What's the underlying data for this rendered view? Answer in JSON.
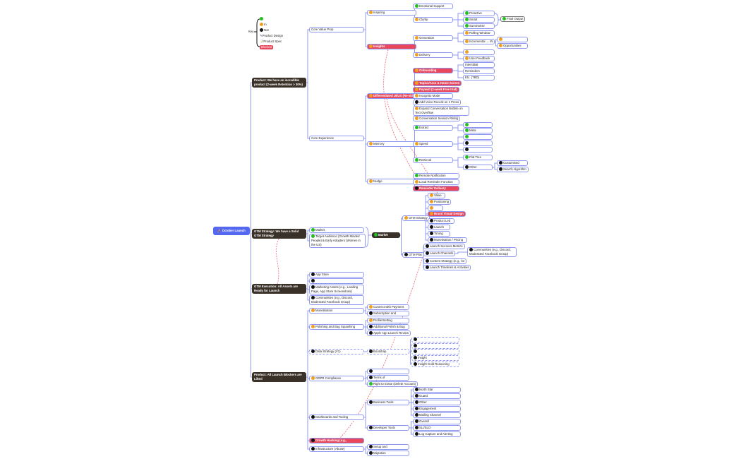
{
  "colors": {
    "green": "#22c020",
    "orange": "#f0a020",
    "black": "#111111",
    "red": "#e8475c",
    "edge": "#8f98f0",
    "link": "#ee6677"
  },
  "key": {
    "title": "Key",
    "items": [
      {
        "status": "green",
        "label": ""
      },
      {
        "status": "orange",
        "label": "In"
      },
      {
        "status": "black",
        "label": "Not"
      },
      {
        "icon": "pencil-icon",
        "label": "Product Design"
      },
      {
        "icon": "note-icon",
        "label": "Product Spec"
      },
      {
        "status": "red-box",
        "label": "Blocked"
      }
    ]
  },
  "nodes": [
    {
      "label": "🚀 October Launch",
      "style": "root",
      "parent": -1
    },
    {
      "label": "Product: We have an incredible product (2-week Retention > 30%)",
      "style": "dark",
      "parent": 0
    },
    {
      "label": "GTM Strategy: We have a Solid GTM Strategy",
      "style": "dark",
      "parent": 0
    },
    {
      "label": "GTM Execution: All Assets are Ready for Launch",
      "style": "dark",
      "parent": 0
    },
    {
      "label": "Product: All Launch Blockers are Lifted",
      "style": "dark",
      "parent": 0
    },
    {
      "label": "Core Value Prop",
      "parent": 1
    },
    {
      "label": "Core Experience",
      "parent": 1
    },
    {
      "label": "Inspiring",
      "status": "orange",
      "parent": 5
    },
    {
      "label": "Insights",
      "status": "orange",
      "style": "red",
      "parent": 5
    },
    {
      "label": "Emotional Support",
      "status": "green",
      "parent": 7
    },
    {
      "label": "Clarity",
      "status": "orange",
      "parent": 7
    },
    {
      "label": "Proactive",
      "status": "green",
      "parent": 10
    },
    {
      "label": "Smart",
      "status": "green",
      "parent": 10
    },
    {
      "label": "Summarise",
      "status": "green",
      "parent": 10
    },
    {
      "label": "Final Output",
      "status": "green",
      "style": "gray",
      "parent": -1
    },
    {
      "label": "Generation",
      "status": "orange",
      "parent": 8
    },
    {
      "label": "Delivery",
      "status": "orange",
      "parent": 8
    },
    {
      "label": "Rolling Window",
      "status": "orange",
      "parent": 15
    },
    {
      "label": "Incremental → IN",
      "status": "orange",
      "parent": 15
    },
    {
      "label": "",
      "status": "orange",
      "parent": 18
    },
    {
      "label": "Opportunities",
      "status": "orange",
      "parent": 18
    },
    {
      "label": "",
      "status": "orange",
      "parent": 16
    },
    {
      "label": "User Feedback",
      "status": "orange",
      "parent": 16
    },
    {
      "label": "Interstitial",
      "parent": 29
    },
    {
      "label": "Reminders",
      "parent": 29
    },
    {
      "label": "Etc. (TBD)",
      "parent": 29
    },
    {
      "label": "Differentiated UI/UX (Re-skin)",
      "status": "orange",
      "style": "red",
      "parent": 6
    },
    {
      "label": "Memory",
      "status": "orange",
      "parent": 6
    },
    {
      "label": "Nudge",
      "status": "orange",
      "parent": 6
    },
    {
      "label": "Onboarding",
      "status": "orange",
      "style": "red",
      "parent": 26
    },
    {
      "label": "Topics/Arcs & Home Screen",
      "status": "orange",
      "style": "red",
      "parent": 26
    },
    {
      "label": "Paywall (2-week Free trial)",
      "status": "orange",
      "style": "red",
      "parent": 26
    },
    {
      "label": "Incognito Mode",
      "status": "orange",
      "parent": 26
    },
    {
      "label": "Add Voice Record on 1 Press",
      "status": "black",
      "parent": 26
    },
    {
      "label": "Expand Conversation Bubble on Text Overflow",
      "status": "orange",
      "parent": 26
    },
    {
      "label": "Conversation Session Rating",
      "status": "orange",
      "parent": 26
    },
    {
      "label": "Extract",
      "status": "green",
      "parent": 27
    },
    {
      "label": "Speed",
      "status": "orange",
      "parent": 27
    },
    {
      "label": "Retrieval",
      "status": "green",
      "parent": 27
    },
    {
      "label": "",
      "status": "green",
      "parent": 36
    },
    {
      "label": "Meta",
      "status": "green",
      "parent": 36
    },
    {
      "label": "",
      "status": "green",
      "parent": 37
    },
    {
      "label": "",
      "status": "black",
      "parent": 37
    },
    {
      "label": "",
      "status": "black",
      "parent": 37
    },
    {
      "label": "Flat Tree",
      "status": "green",
      "parent": 38
    },
    {
      "label": "Other",
      "status": "black",
      "parent": 38
    },
    {
      "label": "Customised",
      "status": "black",
      "parent": 45
    },
    {
      "label": "Search Algorithm",
      "status": "black",
      "parent": 45
    },
    {
      "label": "Remote Notification",
      "status": "green",
      "parent": 28
    },
    {
      "label": "Local Reminder Function",
      "status": "orange",
      "parent": 28
    },
    {
      "label": "Reminder Delivery",
      "status": "black",
      "style": "red",
      "parent": 28
    },
    {
      "label": "Market",
      "status": "green",
      "style": "dark",
      "parent": -1
    },
    {
      "label": "Market,",
      "status": "green",
      "parent": 2
    },
    {
      "label": "Target Audience (Growth Minded People) & Early Adopters (Women in the US)",
      "status": "green",
      "parent": 2
    },
    {
      "label": "GTM Strategy",
      "status": "orange",
      "parent": 51
    },
    {
      "label": "GTM Plan",
      "status": "black",
      "parent": 51
    },
    {
      "label": "Value",
      "status": "orange",
      "parent": 54
    },
    {
      "label": "Positioning",
      "status": "orange",
      "parent": 54
    },
    {
      "label": "",
      "status": "orange",
      "parent": 54
    },
    {
      "label": "Brand Visual Design",
      "status": "orange",
      "style": "red",
      "parent": 54
    },
    {
      "label": "Product Led",
      "status": "black",
      "parent": 54
    },
    {
      "label": "Launch",
      "status": "black",
      "parent": 54
    },
    {
      "label": "Timing",
      "status": "black",
      "parent": 54
    },
    {
      "label": "Monetisation / Pricing",
      "status": "black",
      "parent": 54
    },
    {
      "label": "Launch Success Metrics",
      "status": "black",
      "parent": 55
    },
    {
      "label": "Launch Channels",
      "status": "black",
      "parent": 55
    },
    {
      "label": "Content Strategy (e.g., for",
      "status": "black",
      "parent": 55
    },
    {
      "label": "Launch Timelines & Activities",
      "status": "black",
      "parent": 55
    },
    {
      "label": "Communities (e.g., Discord, Moderated Facebook Group)",
      "status": "black",
      "parent": 65
    },
    {
      "label": "App Store",
      "status": "black",
      "parent": 3
    },
    {
      "label": "",
      "status": "black",
      "parent": 3
    },
    {
      "label": "Marketing Assets (e.g., Landing Page, App Store Screenshots)",
      "status": "black",
      "parent": 3
    },
    {
      "label": "Communities (e.g., Discord, Moderated Facebook Group)",
      "status": "black",
      "parent": 3
    },
    {
      "label": "Monetisation",
      "status": "orange",
      "parent": 4
    },
    {
      "label": "Polishing and Bug Squashing",
      "status": "orange",
      "parent": 4
    },
    {
      "label": "Data Strategy (V1)",
      "status": "black",
      "style": "dashed",
      "parent": 4
    },
    {
      "label": "GDPR Compliance",
      "status": "orange",
      "parent": 4
    },
    {
      "label": "Dashboards and Tooling",
      "status": "black",
      "parent": 4
    },
    {
      "label": "Growth Hacking (e.g.,",
      "status": "black",
      "style": "red",
      "parent": 4
    },
    {
      "label": "Infrastructure (Abuse)",
      "status": "black",
      "parent": 4
    },
    {
      "label": "Connect with Payment",
      "status": "orange",
      "parent": 73
    },
    {
      "label": "Subscription and",
      "status": "black",
      "parent": 73
    },
    {
      "label": "Profile/Setting",
      "status": "orange",
      "parent": 74
    },
    {
      "label": "Additional Polish & Bug",
      "status": "black",
      "parent": 74
    },
    {
      "label": "Apple App Launch Review",
      "status": "black",
      "parent": 74
    },
    {
      "label": "Bootstrap",
      "status": "black",
      "style": "dashed",
      "parent": 75
    },
    {
      "label": "",
      "status": "black",
      "style": "dashed",
      "parent": 85
    },
    {
      "label": "",
      "status": "black",
      "style": "dashed",
      "parent": 85
    },
    {
      "label": "",
      "status": "black",
      "style": "dashed",
      "parent": 85
    },
    {
      "label": "Insight",
      "status": "black",
      "style": "dashed",
      "parent": 85
    },
    {
      "label": "Insight Gold Reasoning",
      "status": "black",
      "style": "dashed",
      "parent": 85
    },
    {
      "label": "",
      "status": "black",
      "parent": 76
    },
    {
      "label": "Terms of",
      "status": "black",
      "parent": 76
    },
    {
      "label": "Right to Erase (Delete Account)",
      "status": "green",
      "parent": 76
    },
    {
      "label": "Business Tools",
      "status": "black",
      "parent": 77
    },
    {
      "label": "Developer Tools",
      "status": "black",
      "parent": 77
    },
    {
      "label": "North Star",
      "status": "black",
      "parent": 94
    },
    {
      "label": "Guard",
      "status": "black",
      "parent": 94
    },
    {
      "label": "Other",
      "status": "black",
      "parent": 94
    },
    {
      "label": "Engagement",
      "status": "black",
      "parent": 94
    },
    {
      "label": "Mailing Channel",
      "status": "black",
      "parent": 94
    },
    {
      "label": "Overall",
      "status": "black",
      "parent": 95
    },
    {
      "label": "SLI/SLO",
      "status": "black",
      "parent": 95
    },
    {
      "label": "Log Capture and Alerting",
      "status": "black",
      "parent": 95
    },
    {
      "label": "Setup and",
      "status": "black",
      "parent": 79
    },
    {
      "label": "Migration",
      "status": "black",
      "parent": 79
    }
  ]
}
